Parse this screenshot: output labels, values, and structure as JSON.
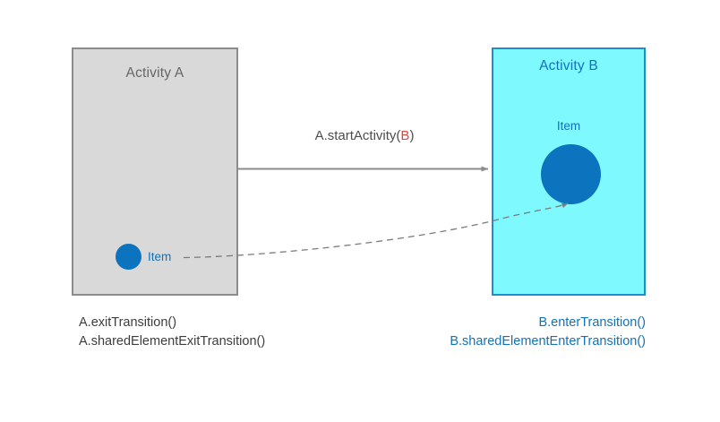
{
  "diagram": {
    "title_a": "Activity A",
    "title_b": "Activity B",
    "item_label_a": "Item",
    "item_label_b": "Item",
    "transition_call_prefix": "A.startActivity(",
    "transition_call_arg": "B",
    "transition_call_suffix": ")",
    "footnote_a_line1": "A.exitTransition()",
    "footnote_a_line2": "A.sharedElementExitTransition()",
    "footnote_b_line1": "B.enterTransition()",
    "footnote_b_line2": "B.sharedElementEnterTransition()"
  },
  "colors": {
    "activity_a_fill": "#d9d9d9",
    "activity_a_border": "#8c8c8c",
    "activity_a_title": "#666666",
    "activity_b_fill": "#7efaff",
    "activity_b_border": "#1b8ed0",
    "activity_b_title": "#1272b8",
    "item_dot": "#0c74bf",
    "item_label": "#1272b8",
    "solid_arrow": "#8c8c8c",
    "dashed_arrow": "#7a7a7a",
    "call_text": "#4d4d4d",
    "call_arg_highlight": "#e8433d",
    "footnote_a_text": "#3d3d3d",
    "footnote_b_text": "#1272b8",
    "background": "#ffffff"
  }
}
